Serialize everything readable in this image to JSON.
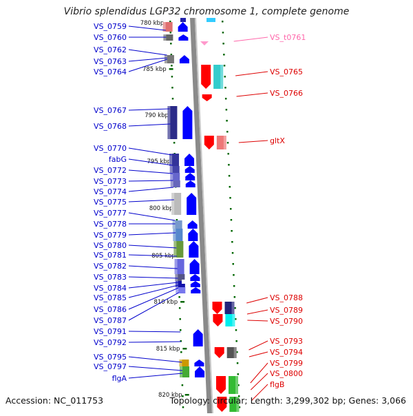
{
  "header": {
    "title": "Vibrio splendidus LGP32 chromosome 1, complete genome"
  },
  "footer": {
    "accession": "Accession: NC_011753",
    "topology": "Topology: circular; Length: 3,299,302 bp; Genes: 3,066"
  },
  "colors": {
    "backbone": "#8a8a8a",
    "forward_feature": "#0000ff",
    "reverse_feature": "#ff0000",
    "trna": "#ff99cc",
    "left_label": "#0000cc",
    "right_label": "#dd0000",
    "trna_label": "#ff66aa",
    "scale_tick": "#006600"
  },
  "scale_labels": [
    "780 kbp",
    "785 kbp",
    "790 kbp",
    "795 kbp",
    "800 kbp",
    "805 kbp",
    "810 kbp",
    "815 kbp",
    "820 kbp"
  ],
  "left_labels": [
    "VS_0759",
    "VS_0760",
    "VS_0762",
    "VS_0763",
    "VS_0764",
    "VS_0767",
    "VS_0768",
    "VS_0770",
    "fabG",
    "VS_0772",
    "VS_0773",
    "VS_0774",
    "VS_0775",
    "VS_0777",
    "VS_0778",
    "VS_0779",
    "VS_0780",
    "VS_0781",
    "VS_0782",
    "VS_0783",
    "VS_0784",
    "VS_0785",
    "VS_0786",
    "VS_0787",
    "VS_0791",
    "VS_0792",
    "VS_0795",
    "VS_0797",
    "flgA"
  ],
  "right_labels": [
    "VS_t0761",
    "VS_0765",
    "VS_0766",
    "gltX",
    "VS_0788",
    "VS_0789",
    "VS_0790",
    "VS_0793",
    "VS_0794",
    "VS_0799",
    "VS_0800",
    "flgB"
  ]
}
